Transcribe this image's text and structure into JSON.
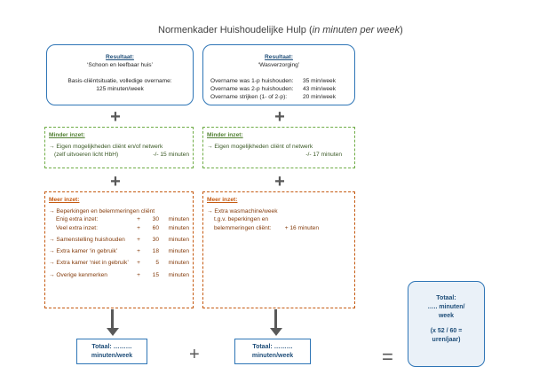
{
  "title": {
    "main": "Normenkader Huishoudelijke Hulp (",
    "italic": "in minuten per week",
    "close": ")"
  },
  "box1": {
    "heading": "Resultaat:",
    "subtitle": "‘Schoon en leefbaar huis’",
    "line1": "Basis-cliëntsituatie, volledige overname:",
    "line2": "125 minuten/week"
  },
  "box2": {
    "heading": "Resultaat:",
    "subtitle": "‘Wasverzorging’",
    "rows": [
      {
        "label": "Overname was 1-p huishouden:",
        "value": "35 min/week"
      },
      {
        "label": "Overname was 2-p huishouden:",
        "value": "43 min/week"
      },
      {
        "label": "Overname strijken (1- of 2-p):",
        "value": "20 min/week"
      }
    ]
  },
  "plus": "+",
  "equals": "=",
  "minder1": {
    "heading": "Minder inzet:",
    "line1": "→ Eigen mogelijkheden cliënt en/of netwerk",
    "line2": "(zelf uitvoeren licht HbH)",
    "value": "-/- 15 minuten"
  },
  "minder2": {
    "heading": "Minder inzet:",
    "line1": "→ Eigen mogelijkheden cliënt of netwerk",
    "value": "-/- 17 minuten"
  },
  "meer1": {
    "heading": "Meer inzet:",
    "item1": "→ Beperkingen en belemmeringen cliënt",
    "sub1": {
      "label": "Enig extra inzet:",
      "plus": "+",
      "num": "30",
      "unit": "minuten"
    },
    "sub2": {
      "label": "Veel extra inzet:",
      "plus": "+",
      "num": "60",
      "unit": "minuten"
    },
    "rows": [
      {
        "label": "→ Samenstelling huishouden",
        "plus": "+",
        "num": "30",
        "unit": "minuten"
      },
      {
        "label": "→ Extra kamer ‘in gebruik’",
        "plus": "+",
        "num": "18",
        "unit": "minuten"
      },
      {
        "label": "→ Extra kamer ‘niet in gebruik’",
        "plus": "+",
        "num": "5",
        "unit": "minuten"
      },
      {
        "label": "→ Overige kenmerken",
        "plus": "+",
        "num": "15",
        "unit": "minuten"
      }
    ]
  },
  "meer2": {
    "heading": "Meer inzet:",
    "line1": "→ Extra wasmachine/week",
    "line2": "t.g.v. beperkingen en",
    "line3": "belemmeringen cliënt:",
    "value": "+ 16 minuten"
  },
  "totaal1": {
    "line1": "Totaal: ………",
    "line2": "minuten/week"
  },
  "totaal2": {
    "line1": "Totaal: ………",
    "line2": "minuten/week"
  },
  "totaal3": {
    "line1": "Totaal:",
    "line2": "….. minuten/",
    "line3": "week",
    "line4": "(x 52 / 60 =",
    "line5": "uren/jaar)"
  }
}
